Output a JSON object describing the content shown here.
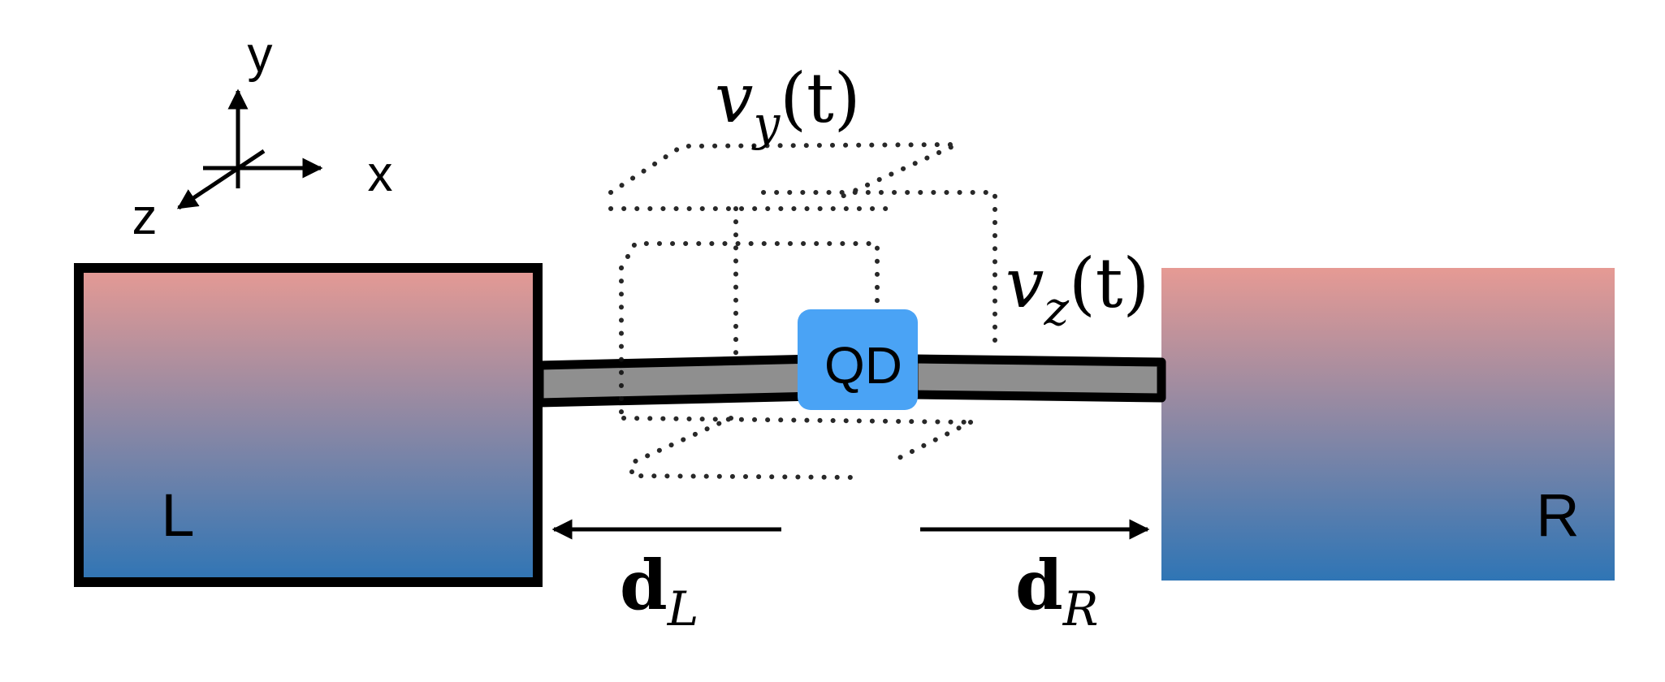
{
  "axes": {
    "y": "y",
    "x": "x",
    "z": "z"
  },
  "reservoirs": {
    "left": "L",
    "right": "R"
  },
  "dot": {
    "label": "QD"
  },
  "voltages": {
    "vy": {
      "base": "v",
      "sub": "y",
      "arg": "(t)"
    },
    "vz": {
      "base": "v",
      "sub": "z",
      "arg": "(t)"
    }
  },
  "distances": {
    "dL": {
      "base": "d",
      "sub": "L"
    },
    "dR": {
      "base": "d",
      "sub": "R"
    }
  },
  "colors": {
    "gradient_top": "#e69a94",
    "gradient_bottom": "#2f75b5",
    "wire_fill": "#8f8f8f",
    "wire_edge": "#000000",
    "qd_fill": "#4aa3f5",
    "outline": "#000000"
  }
}
